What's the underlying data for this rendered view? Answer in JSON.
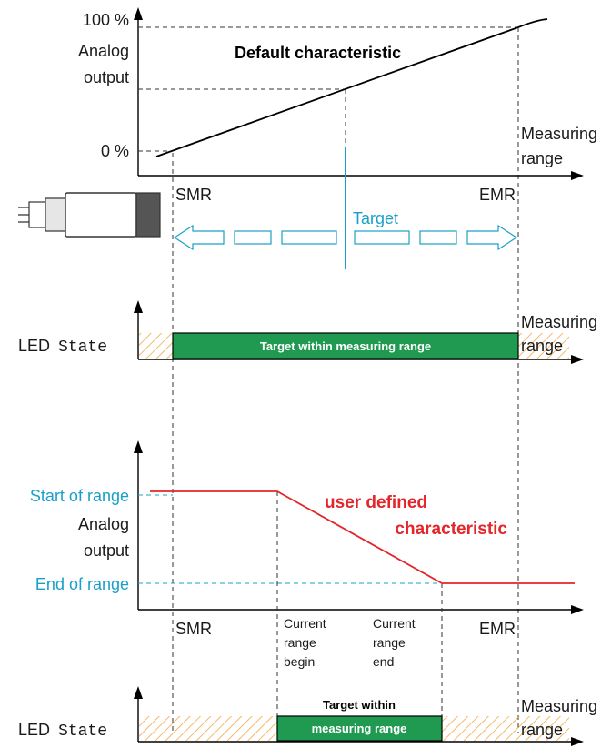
{
  "colors": {
    "cyan": "#1aa0c8",
    "green": "#1f9a50",
    "red": "#e3262b",
    "hatch": "#f1a23a",
    "black": "#000000"
  },
  "chart1": {
    "y_top_label": "100 %",
    "y_axis_label_line1": "Analog",
    "y_axis_label_line2": "output",
    "y_bottom_label": "0 %",
    "curve_label": "Default characteristic",
    "x_axis_label_line1": "Measuring",
    "x_axis_label_line2": "range",
    "smr_label": "SMR",
    "emr_label": "EMR"
  },
  "target_row": {
    "target_label": "Target",
    "sensor_icon": "sensor-icon"
  },
  "led1": {
    "led_label": "LED",
    "state_label": "State",
    "bar_text": "Target within measuring range",
    "range_label_line1": "Measuring",
    "range_label_line2": "range"
  },
  "chart2": {
    "start_label": "Start of range",
    "y_axis_label_line1": "Analog",
    "y_axis_label_line2": "output",
    "end_label": "End of range",
    "curve_label_line1": "user defined",
    "curve_label_line2": "characteristic",
    "smr_label": "SMR",
    "emr_label": "EMR",
    "current_begin": [
      "Current",
      "range",
      "begin"
    ],
    "current_end": [
      "Current",
      "range",
      "end"
    ]
  },
  "led2": {
    "led_label": "LED",
    "state_label": "State",
    "bar_text_line1": "Target within",
    "bar_text_line2": "measuring range",
    "range_label_line1": "Measuring",
    "range_label_line2": "range"
  }
}
